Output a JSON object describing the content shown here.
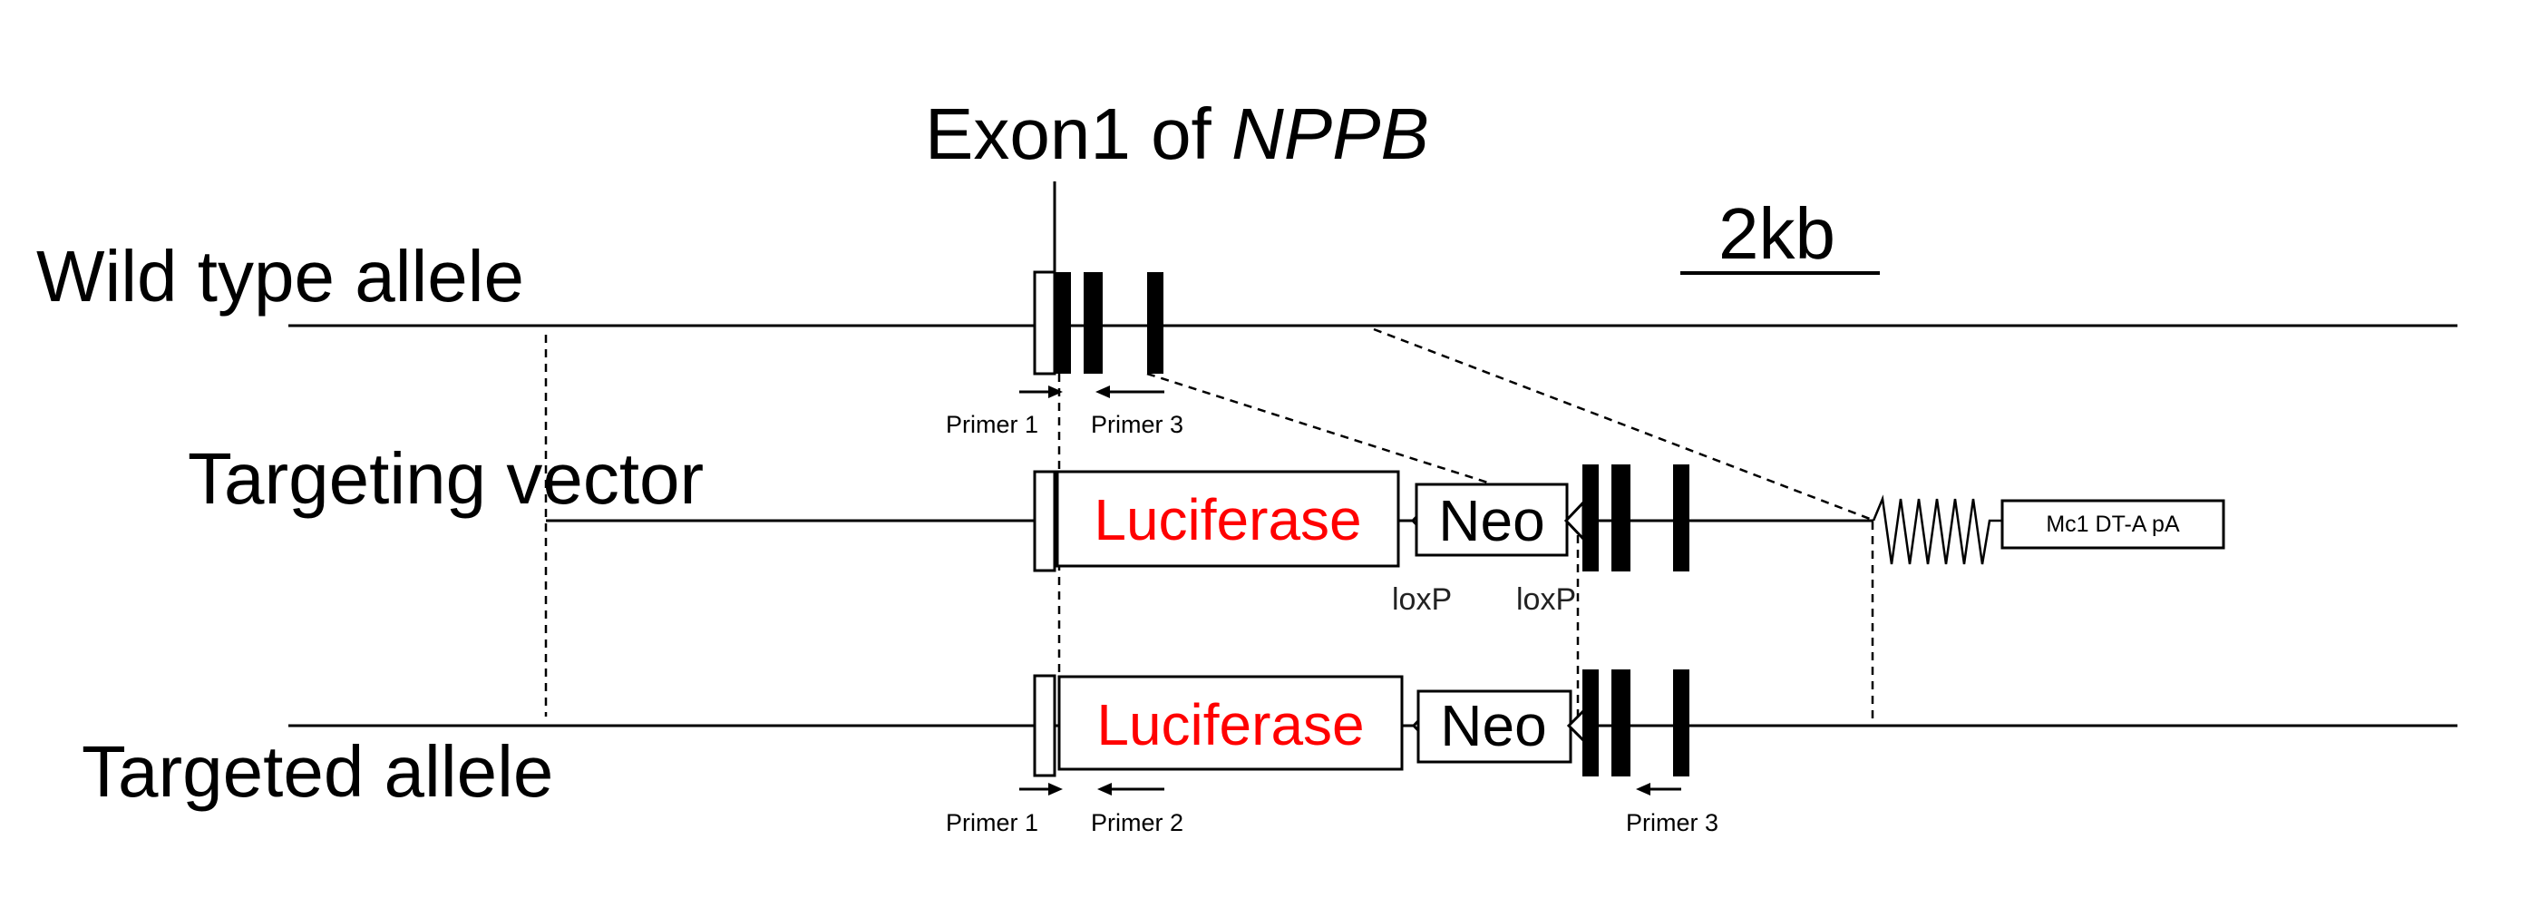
{
  "labels": {
    "exon_title_prefix": "Exon1  of ",
    "exon_title_gene": "NPPB",
    "scale_bar": "2kb",
    "wild_type": "Wild type  allele",
    "targeting_vector": "Targeting  vector",
    "targeted_allele": "Targeted  allele"
  },
  "elements": {
    "luciferase": "Luciferase",
    "neo": "Neo",
    "loxp": "loxP",
    "dta_cassette": "Mc1 DT-A pA"
  },
  "primers": {
    "p1": "Primer 1",
    "p2": "Primer 2",
    "p3": "Primer 3"
  },
  "colors": {
    "luciferase_text": "#ff0000",
    "line": "#000000"
  }
}
